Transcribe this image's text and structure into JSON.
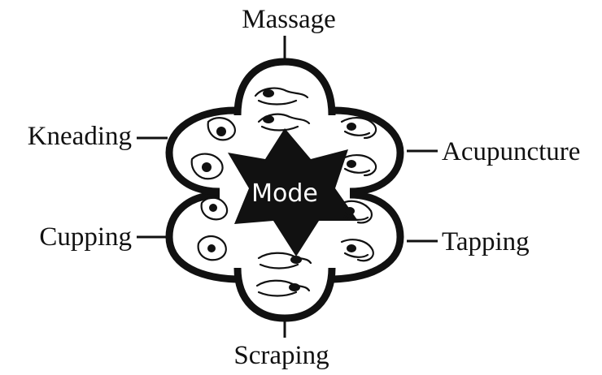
{
  "center_label": "Mode",
  "modes": [
    {
      "key": "massage",
      "name": "Massage"
    },
    {
      "key": "acupuncture",
      "name": "Acupuncture"
    },
    {
      "key": "tapping",
      "name": "Tapping"
    },
    {
      "key": "scraping",
      "name": "Scraping"
    },
    {
      "key": "cupping",
      "name": "Cupping"
    },
    {
      "key": "kneading",
      "name": "Kneading"
    }
  ],
  "colors": {
    "ink": "#111111",
    "background": "#ffffff",
    "center_text": "#ffffff"
  }
}
